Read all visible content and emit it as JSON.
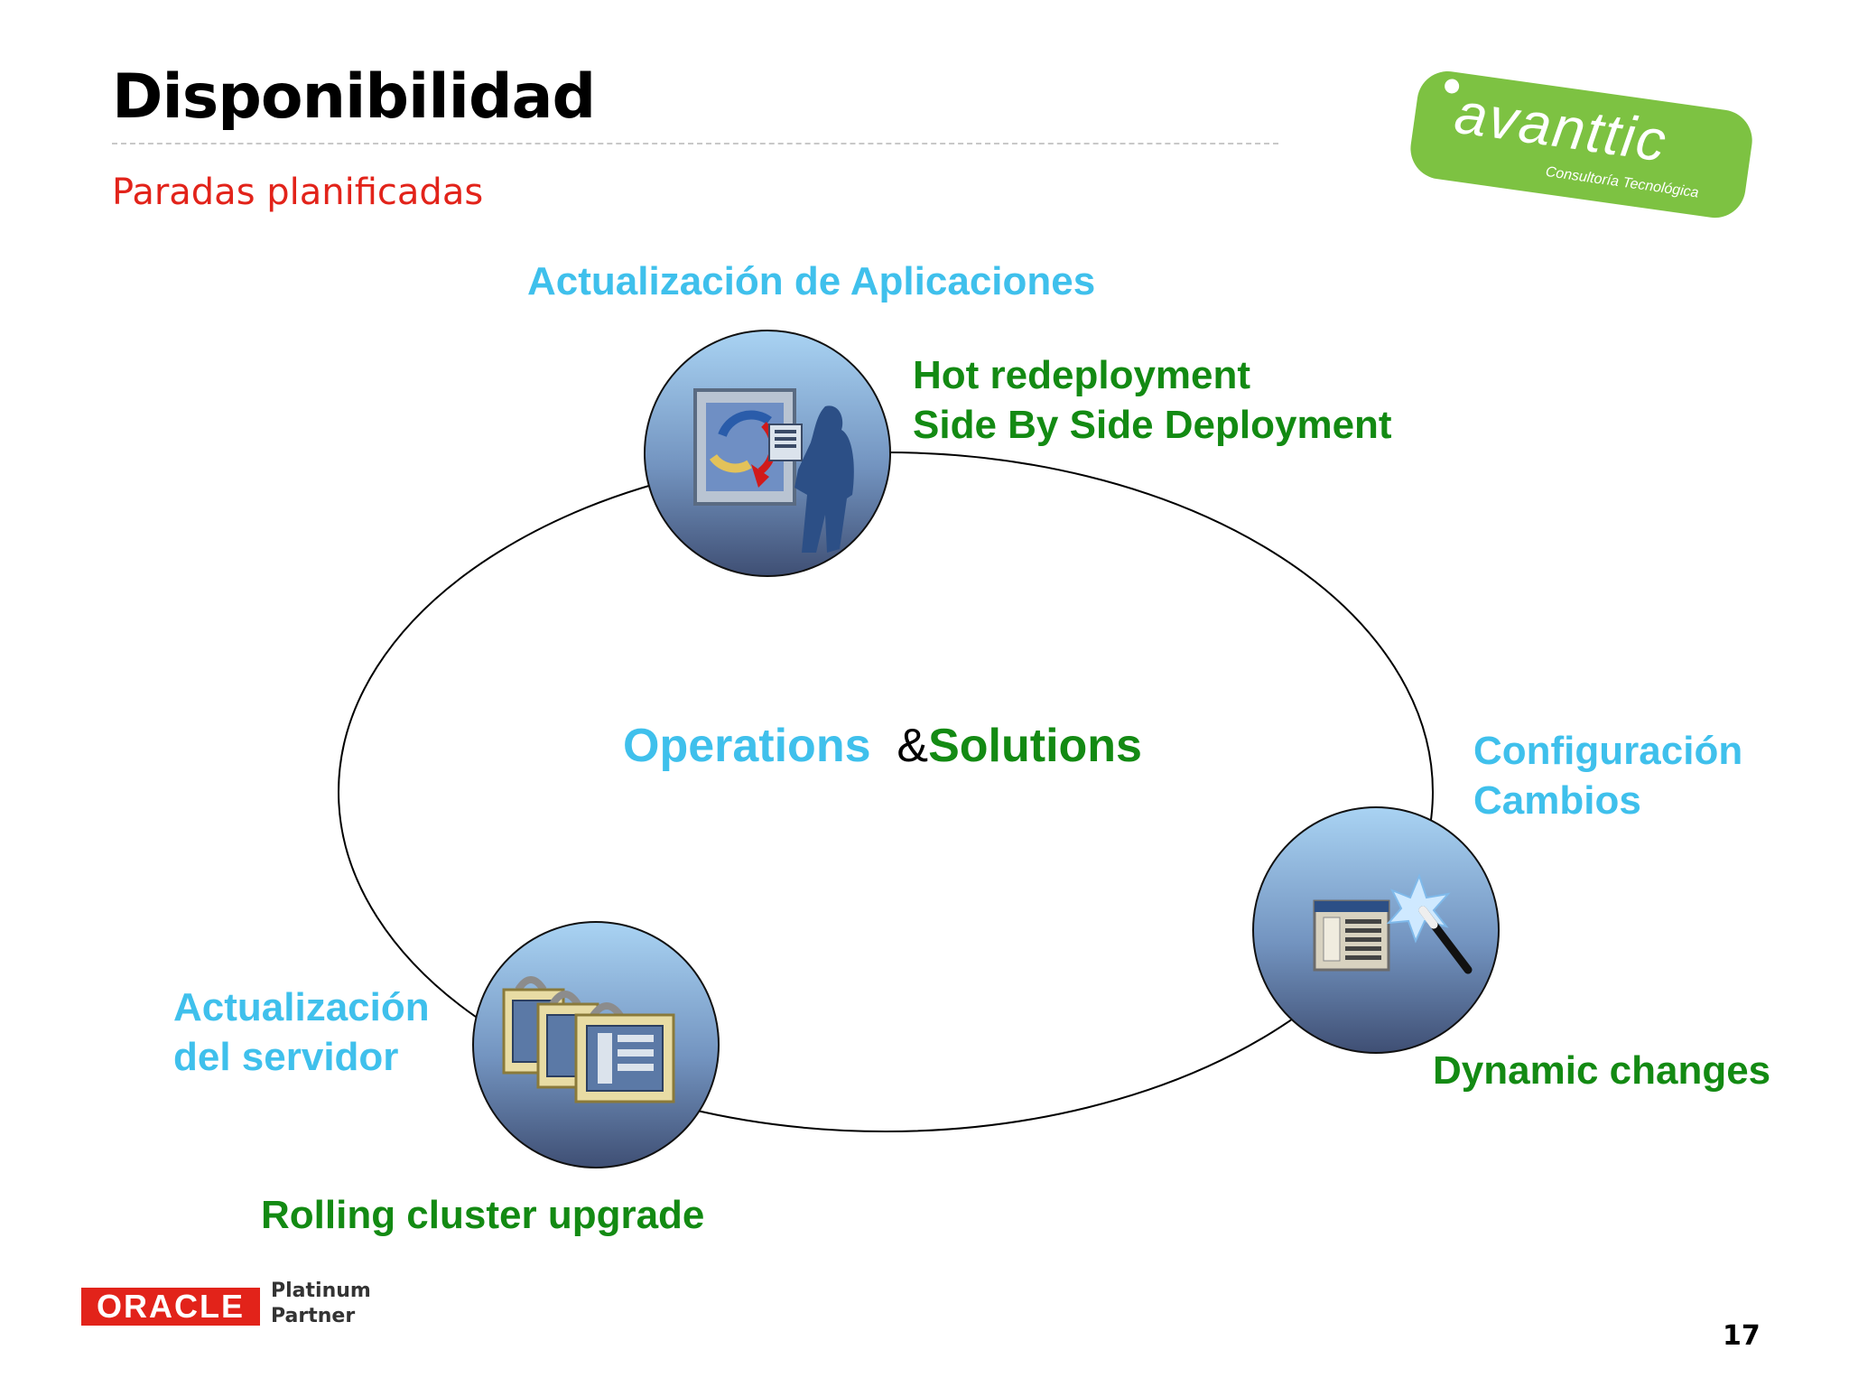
{
  "slide": {
    "title": "Disponibilidad",
    "subtitle": "Paradas planificadas",
    "page_number": "17"
  },
  "logo": {
    "name": "avanttic",
    "tagline": "Consultoría Tecnológica",
    "color": "#7dc242"
  },
  "diagram": {
    "center": {
      "left_word": "Operations",
      "amp": "&",
      "right_word": "Solutions"
    },
    "nodes": [
      {
        "id": "app-update",
        "icon": "app-redeploy-icon",
        "category_lines": [
          "Actualización de Aplicaciones"
        ],
        "feature_lines": [
          "Hot redeployment",
          "Side By Side Deployment"
        ]
      },
      {
        "id": "config-changes",
        "icon": "config-wand-icon",
        "category_lines": [
          "Configuración",
          "Cambios"
        ],
        "feature_lines": [
          "Dynamic changes"
        ]
      },
      {
        "id": "server-update",
        "icon": "cluster-servers-icon",
        "category_lines": [
          "Actualización",
          "del servidor"
        ],
        "feature_lines": [
          "Rolling cluster upgrade"
        ]
      }
    ]
  },
  "footer": {
    "brand": "ORACLE",
    "partner_line1": "Platinum",
    "partner_line2": "Partner"
  },
  "colors": {
    "category_blue": "#3fc0ec",
    "feature_green": "#138a13",
    "subtitle_red": "#e2231a",
    "oracle_red": "#e2231a"
  }
}
